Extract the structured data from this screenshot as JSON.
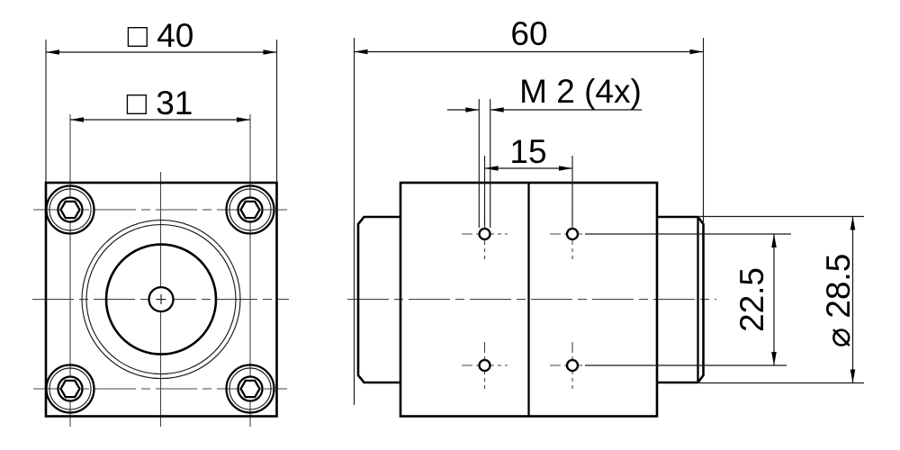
{
  "drawing": {
    "type": "technical-dimension-drawing",
    "background_color": "#ffffff",
    "line_color": "#000000",
    "centerline_color": "#454545",
    "views": [
      "front-view-square-flange",
      "side-view-cylinder-body"
    ],
    "dimensions": {
      "flange_square": {
        "label": "□ 40",
        "value": 40
      },
      "bolt_square": {
        "label": "□ 31",
        "value": 31
      },
      "overall_length": {
        "label": "60",
        "value": 60
      },
      "thread_callout": {
        "label": "M 2 (4x)",
        "thread": "M2",
        "count": 4
      },
      "hole_pitch_horizontal": {
        "label": "15",
        "value": 15
      },
      "hole_pitch_vertical": {
        "label": "22.5",
        "value": 22.5
      },
      "body_diameter": {
        "label": "⌀ 28.5",
        "value": 28.5
      }
    }
  }
}
